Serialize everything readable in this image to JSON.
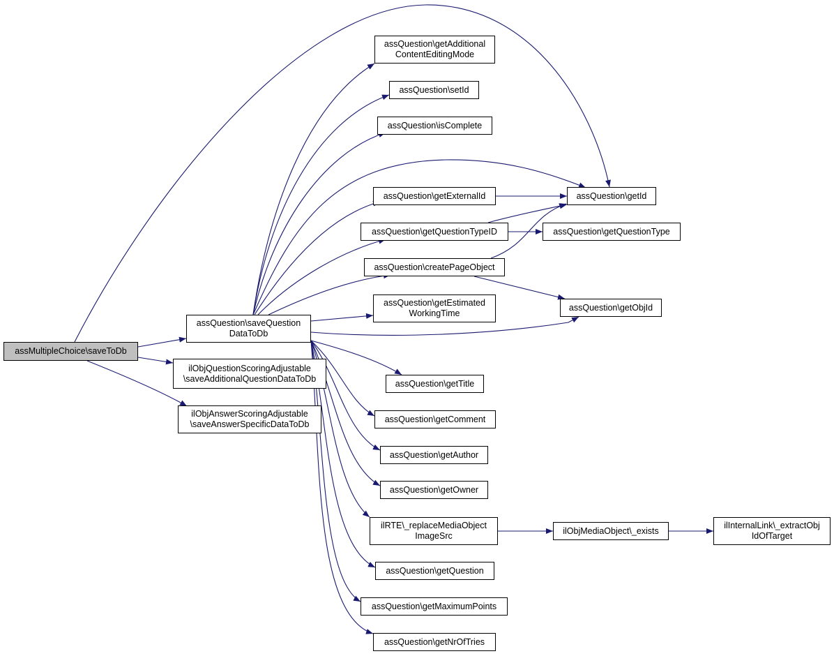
{
  "graph": {
    "edge_color": "#191970",
    "root_fill": "#bfbfbf",
    "nodes": [
      {
        "id": "root",
        "lines": [
          "assMultipleChoice\\saveToDb"
        ],
        "root": true
      },
      {
        "id": "saveQuestionDataToDb",
        "lines": [
          "assQuestion\\saveQuestion",
          "DataToDb"
        ]
      },
      {
        "id": "saveAdditionalQuestionDataToDb",
        "lines": [
          "ilObjQuestionScoringAdjustable",
          "\\saveAdditionalQuestionDataToDb"
        ]
      },
      {
        "id": "saveAnswerSpecificDataToDb",
        "lines": [
          "ilObjAnswerScoringAdjustable",
          "\\saveAnswerSpecificDataToDb"
        ]
      },
      {
        "id": "getAdditionalContentEditingMode",
        "lines": [
          "assQuestion\\getAdditional",
          "ContentEditingMode"
        ]
      },
      {
        "id": "setId",
        "lines": [
          "assQuestion\\setId"
        ]
      },
      {
        "id": "isComplete",
        "lines": [
          "assQuestion\\isComplete"
        ]
      },
      {
        "id": "getExternalId",
        "lines": [
          "assQuestion\\getExternalId"
        ]
      },
      {
        "id": "getId",
        "lines": [
          "assQuestion\\getId"
        ]
      },
      {
        "id": "getQuestionTypeID",
        "lines": [
          "assQuestion\\getQuestionTypeID"
        ]
      },
      {
        "id": "getQuestionType",
        "lines": [
          "assQuestion\\getQuestionType"
        ]
      },
      {
        "id": "createPageObject",
        "lines": [
          "assQuestion\\createPageObject"
        ]
      },
      {
        "id": "getEstimatedWorkingTime",
        "lines": [
          "assQuestion\\getEstimated",
          "WorkingTime"
        ]
      },
      {
        "id": "getObjId",
        "lines": [
          "assQuestion\\getObjId"
        ]
      },
      {
        "id": "getTitle",
        "lines": [
          "assQuestion\\getTitle"
        ]
      },
      {
        "id": "getComment",
        "lines": [
          "assQuestion\\getComment"
        ]
      },
      {
        "id": "getAuthor",
        "lines": [
          "assQuestion\\getAuthor"
        ]
      },
      {
        "id": "getOwner",
        "lines": [
          "assQuestion\\getOwner"
        ]
      },
      {
        "id": "replaceMediaObjectImageSrc",
        "lines": [
          "ilRTE\\_replaceMediaObject",
          "ImageSrc"
        ]
      },
      {
        "id": "exists",
        "lines": [
          "ilObjMediaObject\\_exists"
        ]
      },
      {
        "id": "extractObjIdOfTarget",
        "lines": [
          "ilInternalLink\\_extractObj",
          "IdOfTarget"
        ]
      },
      {
        "id": "getQuestion",
        "lines": [
          "assQuestion\\getQuestion"
        ]
      },
      {
        "id": "getMaximumPoints",
        "lines": [
          "assQuestion\\getMaximumPoints"
        ]
      },
      {
        "id": "getNrOfTries",
        "lines": [
          "assQuestion\\getNrOfTries"
        ]
      }
    ],
    "edges": [
      {
        "from": "root",
        "to": "getId"
      },
      {
        "from": "root",
        "to": "saveQuestionDataToDb"
      },
      {
        "from": "root",
        "to": "saveAdditionalQuestionDataToDb"
      },
      {
        "from": "root",
        "to": "saveAnswerSpecificDataToDb"
      },
      {
        "from": "saveQuestionDataToDb",
        "to": "getAdditionalContentEditingMode"
      },
      {
        "from": "saveQuestionDataToDb",
        "to": "setId"
      },
      {
        "from": "saveQuestionDataToDb",
        "to": "isComplete"
      },
      {
        "from": "saveQuestionDataToDb",
        "to": "getId"
      },
      {
        "from": "saveQuestionDataToDb",
        "to": "getExternalId"
      },
      {
        "from": "saveQuestionDataToDb",
        "to": "getQuestionTypeID"
      },
      {
        "from": "saveQuestionDataToDb",
        "to": "createPageObject"
      },
      {
        "from": "saveQuestionDataToDb",
        "to": "getEstimatedWorkingTime"
      },
      {
        "from": "saveQuestionDataToDb",
        "to": "getObjId"
      },
      {
        "from": "saveQuestionDataToDb",
        "to": "getTitle"
      },
      {
        "from": "saveQuestionDataToDb",
        "to": "getComment"
      },
      {
        "from": "saveQuestionDataToDb",
        "to": "getAuthor"
      },
      {
        "from": "saveQuestionDataToDb",
        "to": "getOwner"
      },
      {
        "from": "saveQuestionDataToDb",
        "to": "replaceMediaObjectImageSrc"
      },
      {
        "from": "saveQuestionDataToDb",
        "to": "getQuestion"
      },
      {
        "from": "saveQuestionDataToDb",
        "to": "getMaximumPoints"
      },
      {
        "from": "saveQuestionDataToDb",
        "to": "getNrOfTries"
      },
      {
        "from": "getExternalId",
        "to": "getId"
      },
      {
        "from": "getQuestionTypeID",
        "to": "getId"
      },
      {
        "from": "getQuestionTypeID",
        "to": "getQuestionType"
      },
      {
        "from": "createPageObject",
        "to": "getId"
      },
      {
        "from": "createPageObject",
        "to": "getObjId"
      },
      {
        "from": "replaceMediaObjectImageSrc",
        "to": "exists"
      },
      {
        "from": "exists",
        "to": "extractObjIdOfTarget"
      }
    ]
  }
}
